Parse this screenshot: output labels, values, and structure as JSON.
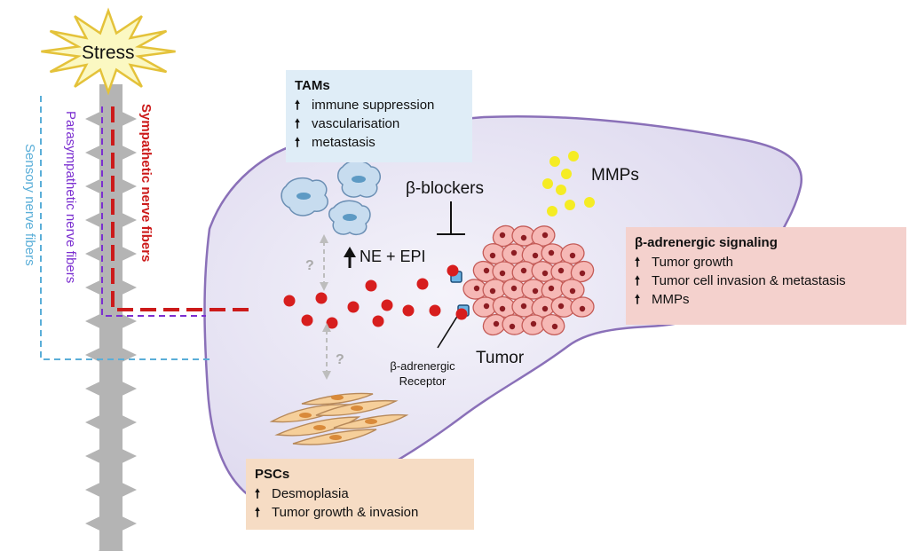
{
  "stress": {
    "label": "Stress"
  },
  "nerves": {
    "sympathetic": "Sympathetic nerve fibers",
    "parasympathetic": "Parasympathetic nerve fibers",
    "sensory": "Sensory nerve fibers"
  },
  "tams": {
    "title": "TAMs",
    "items": [
      "immune suppression",
      "vascularisation",
      "metastasis"
    ]
  },
  "psc": {
    "title": "PSCs",
    "items": [
      "Desmoplasia",
      "Tumor growth & invasion"
    ]
  },
  "beta_signaling": {
    "title": "β-adrenergic signaling",
    "items": [
      "Tumor growth",
      "Tumor cell invasion & metastasis",
      "MMPs"
    ]
  },
  "labels": {
    "mmps": "MMPs",
    "beta_blockers": "β-blockers",
    "ne_epi": "NE + EPI",
    "tumor": "Tumor",
    "receptor": "β-adrenergic Receptor",
    "unknown": "?"
  },
  "arrow_symbol": "🠕",
  "colors": {
    "tams_bg": "#dfedf7",
    "psc_bg": "#f6dcc4",
    "beta_bg": "#f4d1cd",
    "organ_fill": "#e9e6f4",
    "organ_stroke": "#8a70b8",
    "sympathetic": "#cc1a1a",
    "parasympathetic": "#7b2fd0",
    "sensory": "#5aaed8",
    "dots": "#d71e1e",
    "mmp_dots": "#f5ec24"
  }
}
